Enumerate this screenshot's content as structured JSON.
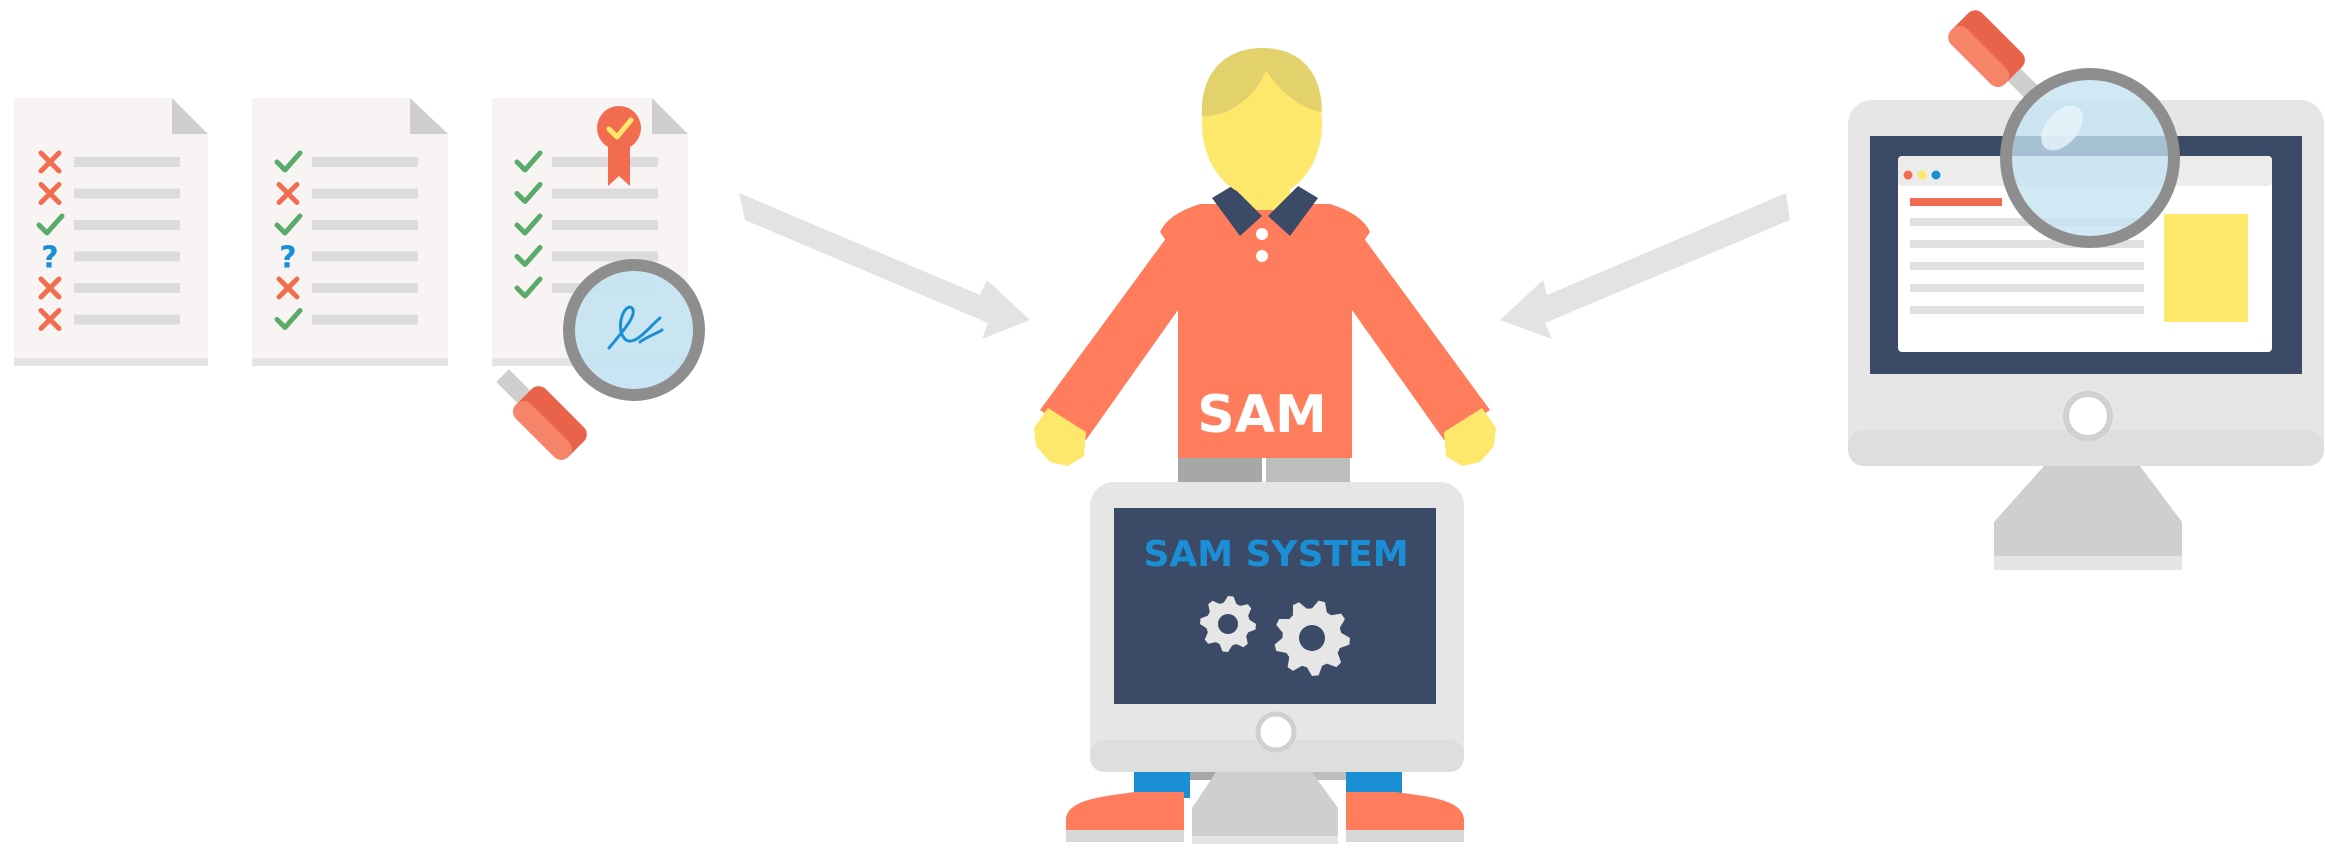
{
  "person": {
    "shirt_label": "SAM"
  },
  "monitor": {
    "screen_title": "SAM SYSTEM"
  },
  "documents": [
    {
      "marks": [
        "cross",
        "cross",
        "check",
        "question",
        "cross",
        "cross"
      ]
    },
    {
      "marks": [
        "check",
        "cross",
        "check",
        "question",
        "cross",
        "check"
      ]
    },
    {
      "marks": [
        "check",
        "check",
        "check",
        "check",
        "check"
      ],
      "badge": "award-ribbon-icon"
    }
  ],
  "icons": {
    "magnifier_left": "magnifying-glass-signature-icon",
    "magnifier_right": "magnifying-glass-icon",
    "gear_small": "gear-icon",
    "gear_large": "gear-icon",
    "arrow_left": "arrow-right-icon",
    "arrow_right": "arrow-left-icon"
  },
  "colors": {
    "cross": "#f26d4f",
    "check": "#5aaa6a",
    "question": "#1a8fd6",
    "shirt": "#ff7d5c",
    "skin": "#fde86b",
    "hair": "#e3d26b",
    "screen": "#3b4a66",
    "screen_title": "#1a8fd6",
    "monitor_body": "#e6e6e6",
    "arrow": "#e3e3e3",
    "lens": "#c4e3f2",
    "ring": "#8e8e8e",
    "handle": "#e8634a",
    "paper": "#f7f4f3",
    "line": "#dcdcdc"
  }
}
